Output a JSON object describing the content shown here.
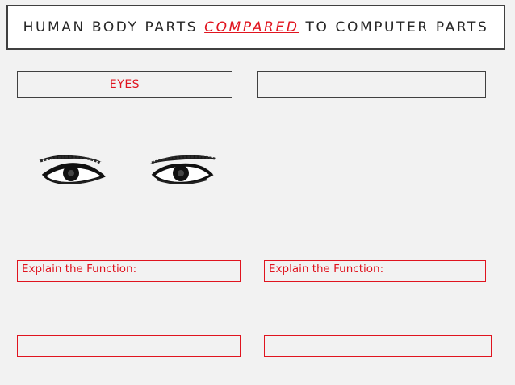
{
  "slide": {
    "title_prefix": "HUMAN BODY PARTS ",
    "title_emphasis": "COMPARED",
    "title_suffix": " TO COMPUTER PARTS"
  },
  "left_panel": {
    "body_part_label": "EYES",
    "image_icon": "eyes-illustration",
    "function_label": "Explain the Function:",
    "function_answer": ""
  },
  "right_panel": {
    "computer_part_label": "",
    "function_label": "Explain the Function:",
    "function_answer": ""
  },
  "colors": {
    "accent_red": "#e0141f",
    "border_dark": "#404040",
    "background": "#f2f2f2"
  }
}
